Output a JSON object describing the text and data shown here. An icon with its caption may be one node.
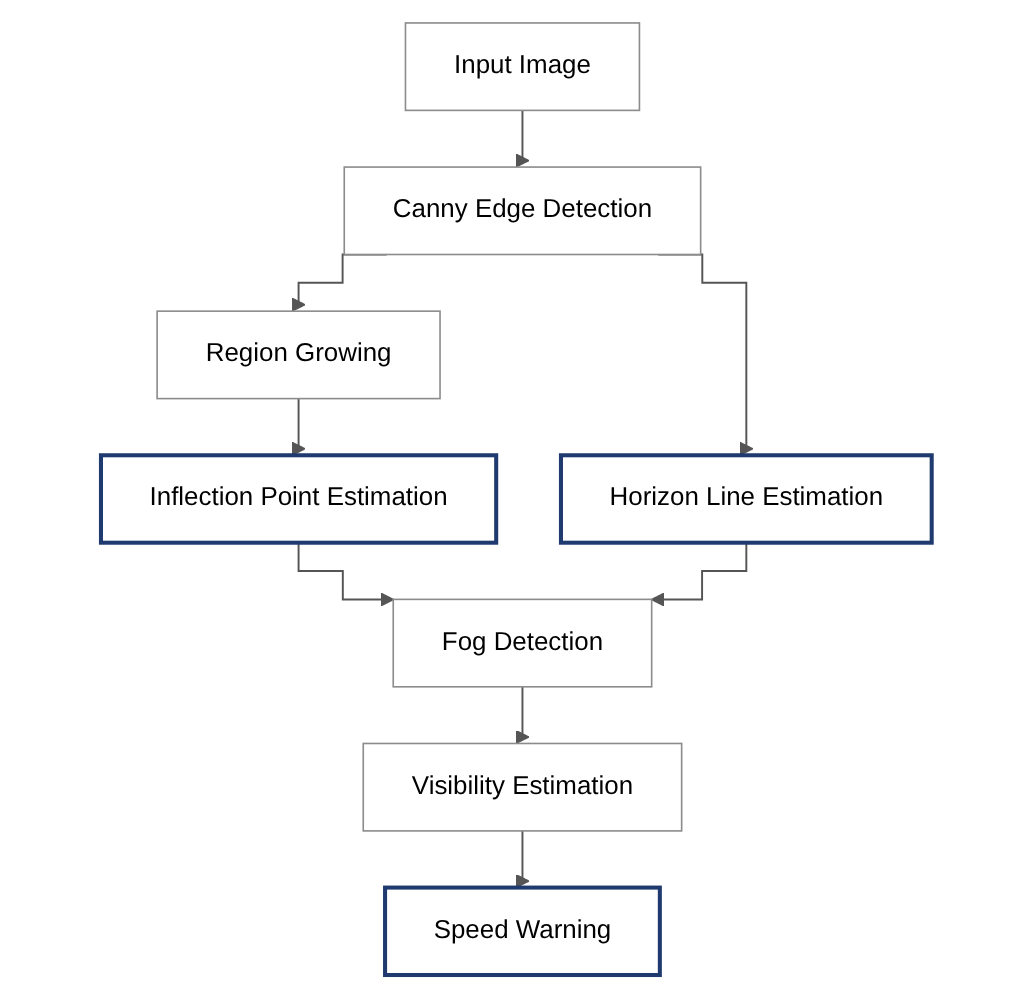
{
  "diagram": {
    "nodes": [
      {
        "text": [
          "Input Image"
        ]
      },
      {
        "text": [
          "Canny Edge Detection"
        ]
      },
      {
        "text": [
          "Region Growing"
        ]
      },
      {
        "text": [
          "Horizon Line Estimation"
        ]
      },
      {
        "text": [
          "Inflection Point Estimation"
        ]
      },
      {
        "text": [
          "Fog Detection"
        ]
      },
      {
        "text": [
          "Visibility Estimation"
        ]
      },
      {
        "text": [
          "Speed Warning"
        ]
      }
    ],
    "edges": [
      {
        "from": 0,
        "to": 1,
        "arrow": "to"
      },
      {
        "from": 1,
        "to": 2,
        "arrow": "to"
      },
      {
        "from": 1,
        "to": 3,
        "arrow": "to"
      },
      {
        "from": 2,
        "to": 4,
        "arrow": "to"
      },
      {
        "from": 4,
        "to": 5,
        "arrow": "to"
      },
      {
        "from": 3,
        "to": 5,
        "arrow": "to"
      },
      {
        "from": 5,
        "to": 6,
        "arrow": "to"
      },
      {
        "from": 6,
        "to": 7,
        "arrow": "to"
      }
    ]
  }
}
